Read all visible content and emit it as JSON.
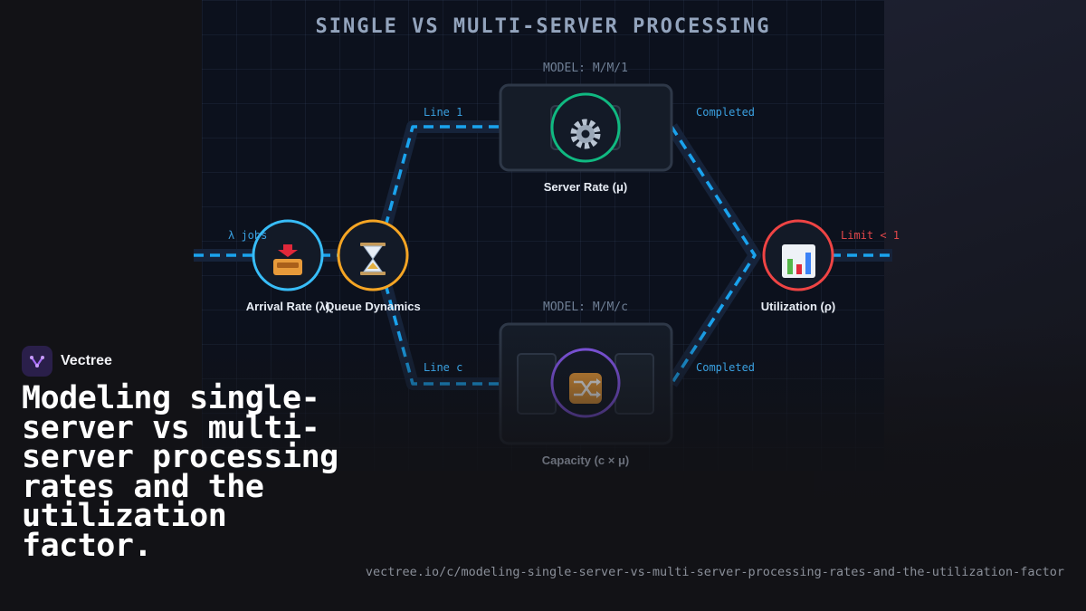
{
  "diagram": {
    "title": "SINGLE VS MULTI-SERVER PROCESSING",
    "models": {
      "top": "MODEL: M/M/1",
      "bottom": "MODEL: M/M/c"
    },
    "flow_labels": {
      "in": "λ jobs",
      "line1": "Line 1",
      "linec": "Line c",
      "completed_top": "Completed",
      "completed_bottom": "Completed",
      "limit": "Limit < 1"
    },
    "nodes": {
      "arrival": {
        "label": "Arrival Rate (λ)",
        "icon": "inbox-tray-icon",
        "color": "#38bdf8"
      },
      "queue": {
        "label": "Queue Dynamics",
        "icon": "hourglass-icon",
        "color": "#f5a524"
      },
      "server": {
        "label": "Server Rate (μ)",
        "icon": "gear-icon",
        "color": "#10b981"
      },
      "capacity": {
        "label": "Capacity (c × μ)",
        "icon": "shuffle-icon",
        "color": "#8b5cf6"
      },
      "utilization": {
        "label": "Utilization (ρ)",
        "icon": "bar-chart-icon",
        "color": "#ef4444"
      }
    }
  },
  "brand": {
    "name": "Vectree"
  },
  "headline": "Modeling single-server vs multi-server processing rates and the utilization factor.",
  "url": "vectree.io/c/modeling-single-server-vs-multi-server-processing-rates-and-the-utilization-factor"
}
